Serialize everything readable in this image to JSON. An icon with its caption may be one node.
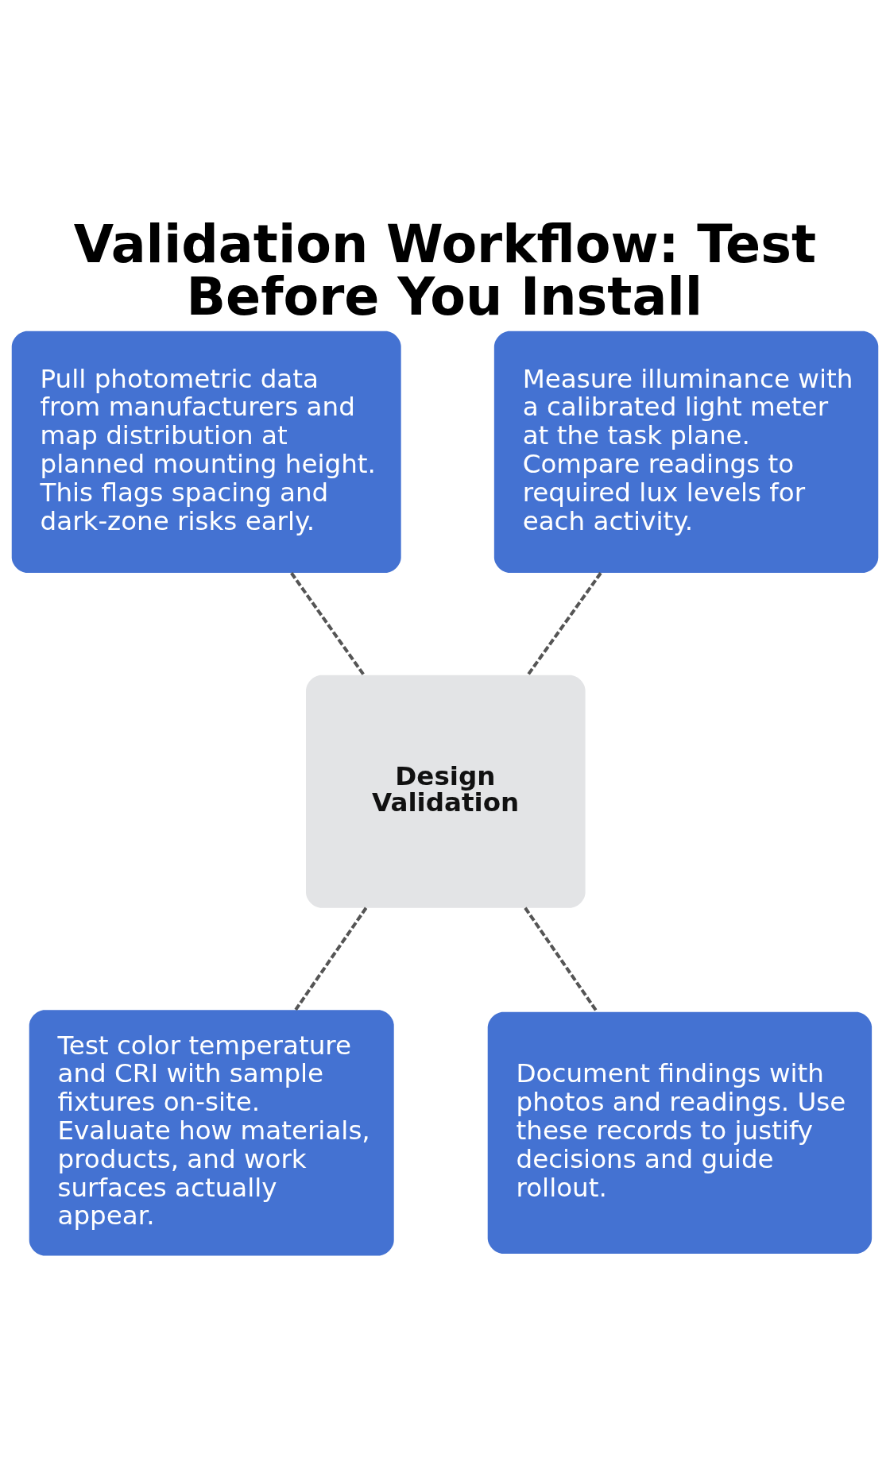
{
  "diagram": {
    "title": "Validation Workflow: Test Before You Install",
    "nodes": [
      {
        "text": [
          "Pull photometric data from manufacturers and map distribution at planned mounting height. This flags spacing and dark-zone risks early."
        ]
      },
      {
        "text": [
          "Measure illuminance with a calibrated light meter at the task plane. Compare readings to required lux levels for each activity."
        ]
      },
      {
        "text": [
          "Design Validation"
        ]
      },
      {
        "text": [
          "Test color temperature and CRI with sample fixtures on-site. Evaluate how materials, products, and work surfaces actually appear."
        ]
      },
      {
        "text": [
          "Document findings with photos and readings. Use these records to justify decisions and guide rollout."
        ]
      }
    ],
    "edges": [
      {
        "from": 0,
        "to": 2,
        "arrow": "none",
        "style": "dashed"
      },
      {
        "from": 1,
        "to": 2,
        "arrow": "none",
        "style": "dashed"
      },
      {
        "from": 2,
        "to": 3,
        "arrow": "none",
        "style": "dashed"
      },
      {
        "from": 2,
        "to": 4,
        "arrow": "none",
        "style": "dashed"
      }
    ]
  }
}
